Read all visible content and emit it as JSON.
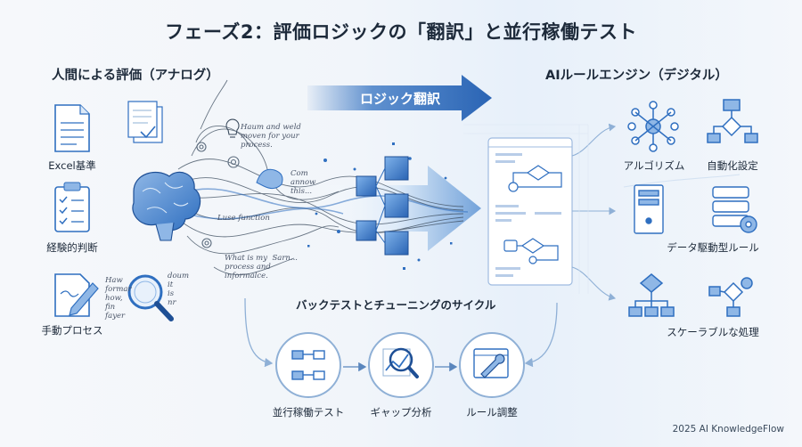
{
  "title": "フェーズ2：評価ロジックの「翻訳」と並行稼働テスト",
  "left_section": {
    "heading": "人間による評価（アナログ）",
    "items": [
      {
        "label": "Excel基準",
        "icon": "spreadsheet-document-icon"
      },
      {
        "label": "経験的判断",
        "icon": "clipboard-checklist-icon"
      },
      {
        "label": "手動プロセス",
        "icon": "pen-writing-icon"
      }
    ],
    "handwritten_notes": [
      "Haum and weld\nmoven for your\nprocess.",
      "Com\nannow\nthis...",
      "Luse function",
      "What is my  Sarn...\nprocess and\ninformalce.",
      "Haw\nformar\nhow,\nfin\nfayer",
      "doum\nit\nis\nnr"
    ]
  },
  "center": {
    "arrow_label": "ロジック翻訳"
  },
  "right_section": {
    "heading": "AIルールエンジン（デジタル）",
    "items": [
      {
        "label": "アルゴリズム",
        "icon": "network-nodes-icon"
      },
      {
        "label": "自動化設定",
        "icon": "flowchart-icon"
      },
      {
        "label": "データ駆動型ルール",
        "icon": "server-gear-icon"
      },
      {
        "label": "スケーラブルな処理",
        "icon": "hierarchy-icon"
      }
    ]
  },
  "cycle": {
    "heading": "バックテストとチューニングのサイクル",
    "steps": [
      {
        "label": "並行稼働テスト",
        "icon": "parallel-flow-icon"
      },
      {
        "label": "ギャップ分析",
        "icon": "magnifier-chart-icon"
      },
      {
        "label": "ルール調整",
        "icon": "wrench-window-icon"
      }
    ]
  },
  "footer": "2025 AI KnowledgeFlow",
  "colors": {
    "accent": "#2f6fc0",
    "dark": "#1d2a3a",
    "light_blue": "#bcd6f2"
  }
}
